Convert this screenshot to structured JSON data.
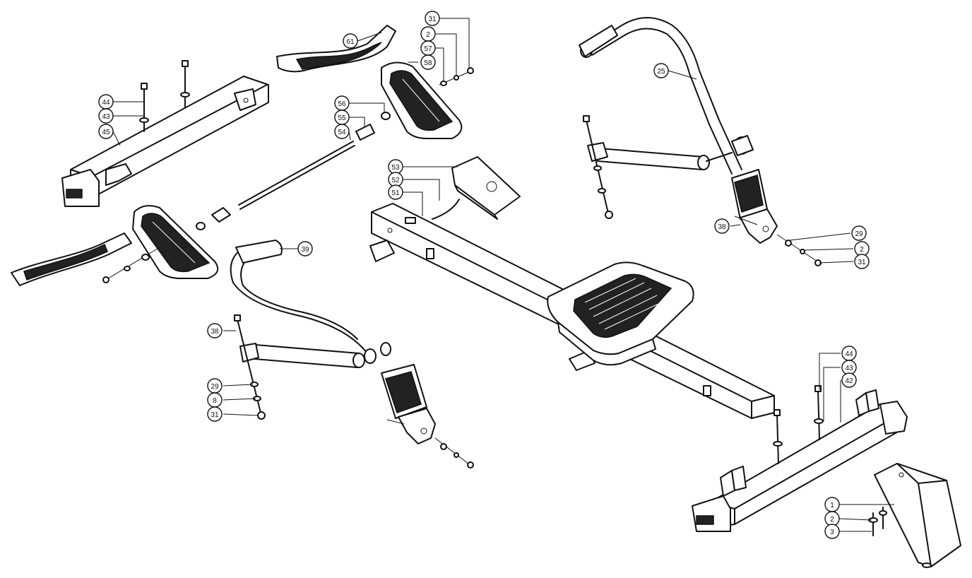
{
  "colors": {
    "line": "#111111",
    "fill": "#ffffff",
    "dark": "#222222"
  },
  "callouts": [
    {
      "id": "c-61",
      "label": "61"
    },
    {
      "id": "c-31a",
      "label": "31"
    },
    {
      "id": "c-2a",
      "label": "2"
    },
    {
      "id": "c-57",
      "label": "57"
    },
    {
      "id": "c-58",
      "label": "58"
    },
    {
      "id": "c-44a",
      "label": "44"
    },
    {
      "id": "c-43a",
      "label": "43"
    },
    {
      "id": "c-45",
      "label": "45"
    },
    {
      "id": "c-56",
      "label": "56"
    },
    {
      "id": "c-55",
      "label": "55"
    },
    {
      "id": "c-54",
      "label": "54"
    },
    {
      "id": "c-53",
      "label": "53"
    },
    {
      "id": "c-52",
      "label": "52"
    },
    {
      "id": "c-51",
      "label": "51"
    },
    {
      "id": "c-25",
      "label": "25"
    },
    {
      "id": "c-38a",
      "label": "38"
    },
    {
      "id": "c-29a",
      "label": "29"
    },
    {
      "id": "c-2b",
      "label": "2"
    },
    {
      "id": "c-31b",
      "label": "31"
    },
    {
      "id": "c-39",
      "label": "39"
    },
    {
      "id": "c-38b",
      "label": "38"
    },
    {
      "id": "c-29b",
      "label": "29"
    },
    {
      "id": "c-8",
      "label": "8"
    },
    {
      "id": "c-31c",
      "label": "31"
    },
    {
      "id": "c-44b",
      "label": "44"
    },
    {
      "id": "c-43b",
      "label": "43"
    },
    {
      "id": "c-42",
      "label": "42"
    },
    {
      "id": "c-1",
      "label": "1"
    },
    {
      "id": "c-2c",
      "label": "2"
    },
    {
      "id": "c-3",
      "label": "3"
    }
  ]
}
